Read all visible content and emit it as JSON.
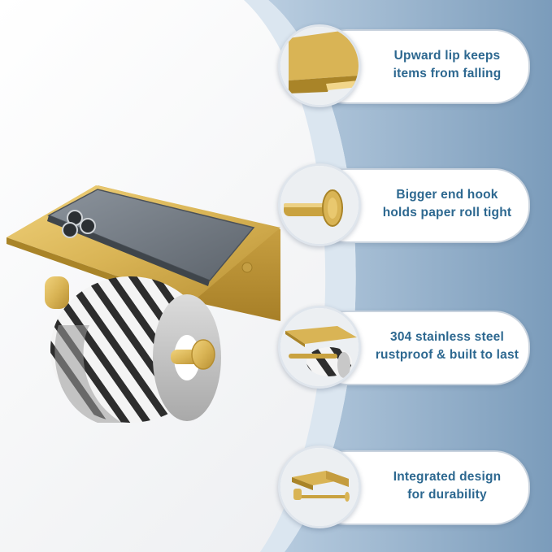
{
  "features": [
    {
      "line1": "Upward lip keeps",
      "line2": "items from falling",
      "icon": "shelf-lip-closeup-icon"
    },
    {
      "line1": "Bigger end hook",
      "line2": "holds paper roll tight",
      "icon": "end-hook-closeup-icon"
    },
    {
      "line1": "304 stainless steel",
      "line2": "rustproof & built to last",
      "icon": "holder-with-roll-icon"
    },
    {
      "line1": "Integrated design",
      "line2": "for durability",
      "icon": "holder-product-icon"
    }
  ],
  "colors": {
    "text": "#2d6890",
    "gold": "#d9b455",
    "background_blue": "#8fadc8",
    "wall": "#f2f3f5"
  }
}
